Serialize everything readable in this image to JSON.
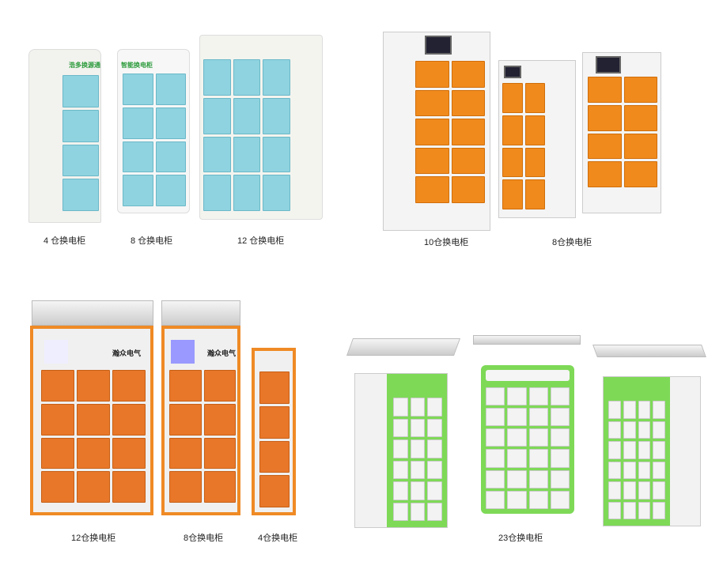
{
  "labels": {
    "c1": "4 仓换电柜",
    "c2": "8 仓换电柜",
    "c3": "12 仓换电柜",
    "c4": "10仓换电柜",
    "c5": "8仓换电柜",
    "c6": "12仓换电柜",
    "c7": "8仓换电柜",
    "c8": "4仓换电柜",
    "c9": "23仓换电柜"
  },
  "panel_text": {
    "c1": "浩多换源通",
    "c2": "智能换电柜"
  },
  "brand": "瀚众电气",
  "colors": {
    "blue": "#8fd3e0",
    "orange": "#f08a1c",
    "green": "#7ed957"
  }
}
